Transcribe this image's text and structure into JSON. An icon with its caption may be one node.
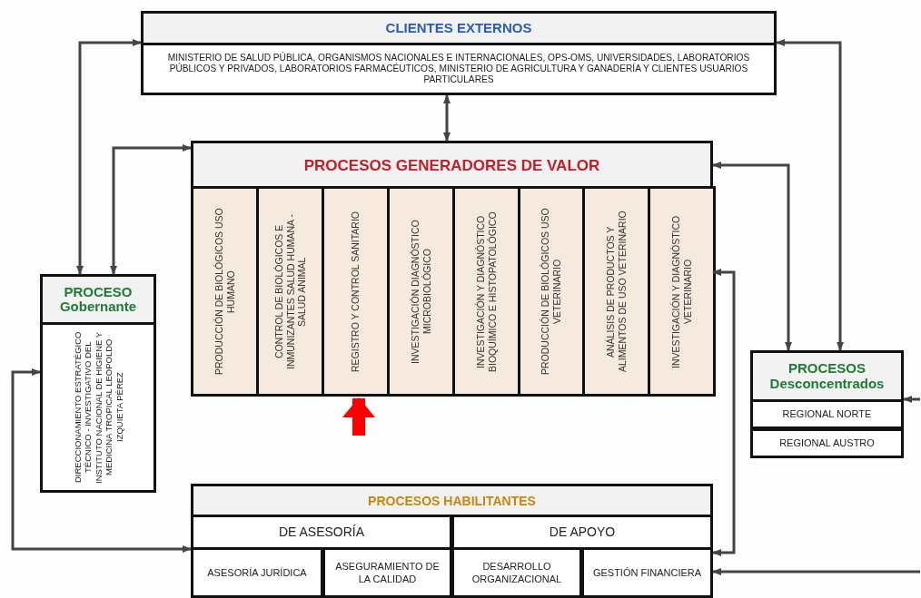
{
  "diagram": {
    "nodes": [
      {
        "text": [
          "CLIENTES EXTERNOS",
          "MINISTERIO DE SALUD PÚBLICA, ORGANISMOS NACIONALES E INTERNACIONALES, OPS-OMS, UNIVERSIDADES, LABORATORIOS PÚBLICOS Y PRIVADOS, LABORATORIOS FARMACÉUTICOS, MINISTERIO DE AGRICULTURA Y GANADERÍA Y CLIENTES USUARIOS PARTICULARES"
        ]
      },
      {
        "text": [
          "PROCESOS GENERADORES DE VALOR"
        ]
      },
      {
        "text": [
          "PRODUCCIÓN DE BIOLÓGICOS USO HUMANO"
        ],
        "in": 1
      },
      {
        "text": [
          "CONTROL DE BIOLÓGICOS E INMUNIZANTES SALUD HUMANA - SALUD ANIMAL"
        ],
        "in": 1
      },
      {
        "text": [
          "REGISTRO Y CONTROL SANITARIO"
        ],
        "in": 1
      },
      {
        "text": [
          "INVESTIGACIÓN DIAGNÓSTICO MICROBIOLÓGICO"
        ],
        "in": 1
      },
      {
        "text": [
          "INVESTIGACIÓN Y DIAGNÓSTICO BIOQUÍMICO E HISTOPATOLÓGICO"
        ],
        "in": 1
      },
      {
        "text": [
          "PRODUCCIÓN DE BIOLÓGICOS USO VETERINARIO"
        ],
        "in": 1
      },
      {
        "text": [
          "ANÁLISIS DE PRODUCTOS Y ALIMENTOS DE USO VETERINARIO"
        ],
        "in": 1
      },
      {
        "text": [
          "INVESTIGACIÓN Y DIAGNÓSTICO VETERINARIO"
        ],
        "in": 1
      },
      {
        "text": [
          "PROCESO Gobernante",
          "DIRECCIONAMIENTO ESTRATÉGICO TÉCNICO - INVESTIGATIVO DEL INSTITUTO NACIONAL DE HIGIENE Y MEDICINA TROPICAL LEOPOLDO IZQUIETA PÉREZ"
        ]
      },
      {
        "text": [
          "PROCESOS Desconcentrados"
        ]
      },
      {
        "text": [
          "REGIONAL NORTE"
        ],
        "in": 11
      },
      {
        "text": [
          "REGIONAL AUSTRO"
        ],
        "in": 11
      },
      {
        "text": [
          "PROCESOS HABILITANTES"
        ]
      },
      {
        "text": [
          "DE ASESORÍA"
        ],
        "in": 14
      },
      {
        "text": [
          "DE APOYO"
        ],
        "in": 14
      },
      {
        "text": [
          "ASESORÍA JURÍDICA"
        ],
        "in": 14
      },
      {
        "text": [
          "ASEGURAMIENTO DE LA CALIDAD"
        ],
        "in": 14
      },
      {
        "text": [
          "DESARROLLO ORGANIZACIONAL"
        ],
        "in": 14
      },
      {
        "text": [
          "GESTIÓN FINANCIERA"
        ],
        "in": 14
      }
    ],
    "edges": [
      {
        "from": 0,
        "to": 1,
        "arrow": "both"
      },
      {
        "from": 10,
        "to": 0,
        "arrow": "both"
      },
      {
        "from": 10,
        "to": 1,
        "arrow": "both"
      },
      {
        "from": 0,
        "to": 11,
        "arrow": "both"
      },
      {
        "from": 1,
        "to": 11,
        "arrow": "both"
      },
      {
        "from": 1,
        "to": 14,
        "arrow": "both"
      },
      {
        "from": 10,
        "to": 14,
        "arrow": "both"
      },
      {
        "from": null,
        "to": 11,
        "arrow": "to"
      },
      {
        "from": null,
        "to": 14,
        "arrow": "to"
      },
      {
        "from": null,
        "to": 4,
        "arrow": "to",
        "style": "thick",
        "color": "#ff0000"
      }
    ]
  }
}
